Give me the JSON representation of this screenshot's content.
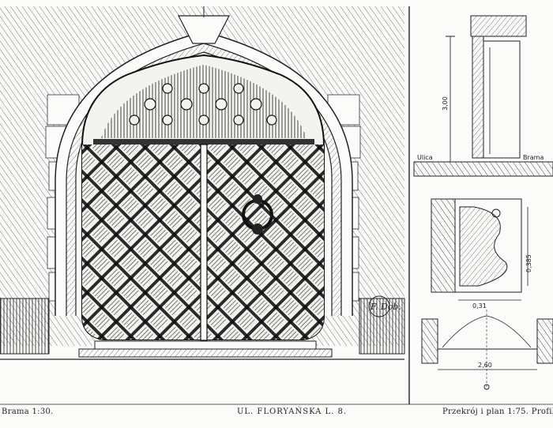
{
  "captions": {
    "left": "Brama 1:30.",
    "center": "UL. FLORYAŃSKA L. 8.",
    "right": "Przekrój i plan 1:75. Profil 1:"
  },
  "dimensions": {
    "height_section": "3,00",
    "height_profile": "0,385",
    "width_profile": "0,31",
    "width_plan": "2,60",
    "ground_left": "Ulica",
    "ground_right": "Brama"
  },
  "signature": "F. Dob.",
  "colors": {
    "ink": "#222222",
    "paper": "#fbfbf9"
  }
}
